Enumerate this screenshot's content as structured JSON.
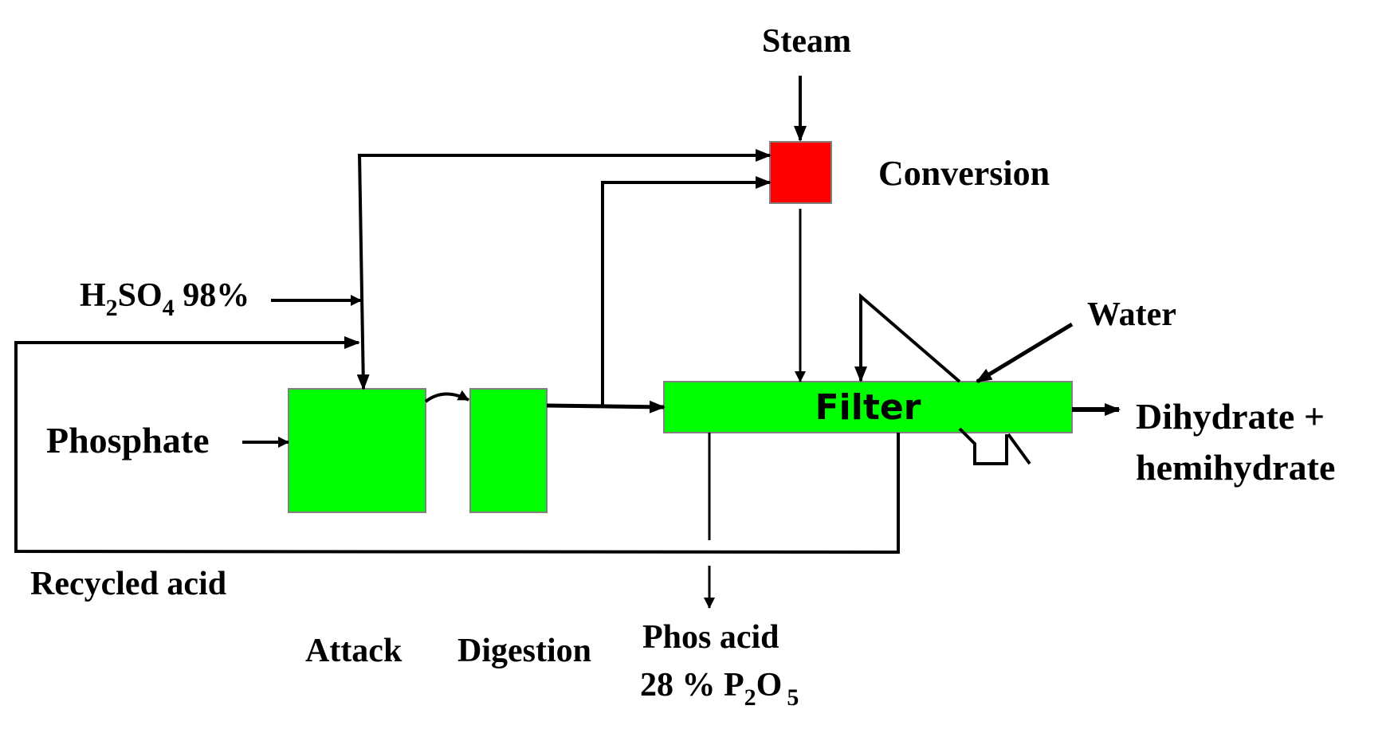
{
  "diagram": {
    "title": "Phosphoric acid process: dihydrate-hemihydrate route",
    "colors": {
      "process_unit": "#00ff00",
      "conversion_unit": "#ff0000",
      "unit_border": "#808080",
      "lines": "#000000",
      "background": "#ffffff"
    },
    "units": {
      "attack": {
        "label": "Attack"
      },
      "digestion": {
        "label": "Digestion"
      },
      "filter": {
        "label": "Filter"
      },
      "conversion": {
        "label": "Conversion"
      }
    },
    "streams": {
      "steam": {
        "label": "Steam"
      },
      "sulfuric_acid": {
        "formula_main": "H",
        "sub1": "2",
        "mid": "SO",
        "sub2": "4",
        "suffix": " 98%"
      },
      "phosphate": {
        "label": "Phosphate"
      },
      "recycled_acid": {
        "label": "Recycled acid"
      },
      "water": {
        "label": "Water"
      },
      "product": {
        "line1": "Dihydrate +",
        "line2": "hemihydrate"
      },
      "phos_acid": {
        "line1": "Phos acid",
        "line2_prefix": "28 %  P",
        "sub1": "2",
        "mid": "O",
        "sub2": "5"
      }
    }
  }
}
